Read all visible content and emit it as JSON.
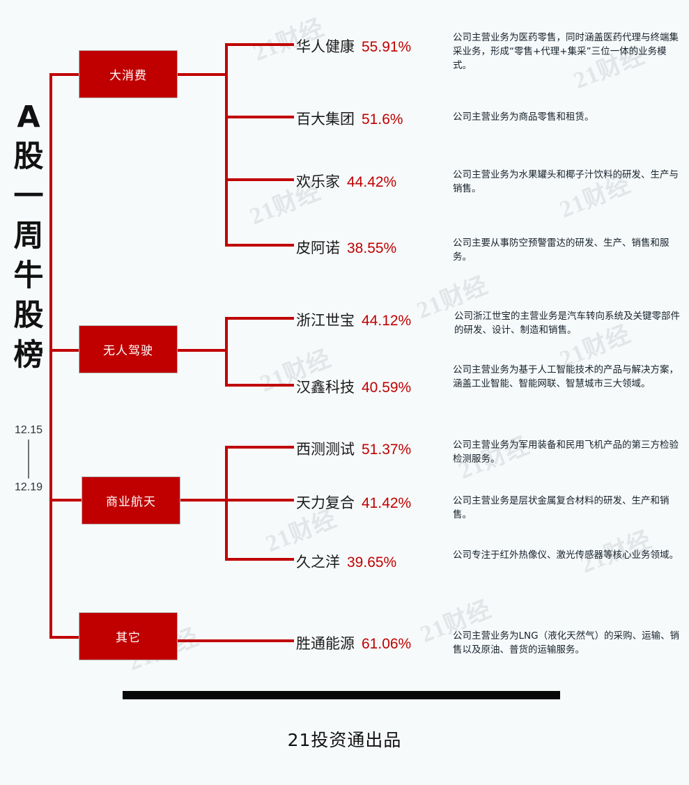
{
  "title": {
    "chars": [
      "A",
      "股",
      "一",
      "周",
      "牛",
      "股",
      "榜"
    ],
    "text": "A股一周牛股榜"
  },
  "date_range": {
    "start": "12.15",
    "end": "12.19"
  },
  "footer": {
    "text": "21投资通出品"
  },
  "watermark": {
    "text": "21财经"
  },
  "colors": {
    "accent_red": "#c00000",
    "background": "#f7fafb",
    "name_text": "#1a1a1a",
    "footer_bar": "#080808"
  },
  "groups": [
    {
      "label": "大消费",
      "items": [
        {
          "name": "华人健康",
          "pct": "55.91%",
          "desc": "公司主营业务为医药零售，同时涵盖医药代理与终端集采业务，形成“零售+代理+集采”三位一体的业务模式。"
        },
        {
          "name": "百大集团",
          "pct": "51.6%",
          "desc": "公司主营业务为商品零售和租赁。"
        },
        {
          "name": "欢乐家",
          "pct": "44.42%",
          "desc": "公司主营业务为水果罐头和椰子汁饮料的研发、生产与销售。"
        },
        {
          "name": "皮阿诺",
          "pct": "38.55%",
          "desc": "公司主要从事防空预警雷达的研发、生产、销售和服务。"
        }
      ]
    },
    {
      "label": "无人驾驶",
      "items": [
        {
          "name": "浙江世宝",
          "pct": "44.12%",
          "desc": "公司浙江世宝的主营业务是汽车转向系统及关键零部件的研发、设计、制造和销售。"
        },
        {
          "name": "汉鑫科技",
          "pct": "40.59%",
          "desc": "公司主营业务为基于人工智能技术的产品与解决方案，涵盖工业智能、智能网联、智慧城市三大领域。"
        }
      ]
    },
    {
      "label": "商业航天",
      "items": [
        {
          "name": "西测测试",
          "pct": "51.37%",
          "desc": "公司主营业务为军用装备和民用飞机产品的第三方检验检测服务。"
        },
        {
          "name": "天力复合",
          "pct": "41.42%",
          "desc": "公司主营业务是层状金属复合材料的研发、生产和销售。"
        },
        {
          "name": "久之洋",
          "pct": "39.65%",
          "desc": "公司专注于红外热像仪、激光传感器等核心业务领域。"
        }
      ]
    },
    {
      "label": "其它",
      "items": [
        {
          "name": "胜通能源",
          "pct": "61.06%",
          "desc": "公司主营业务为LNG（液化天然气）的采购、运输、销售以及原油、普货的运输服务。"
        }
      ]
    }
  ]
}
